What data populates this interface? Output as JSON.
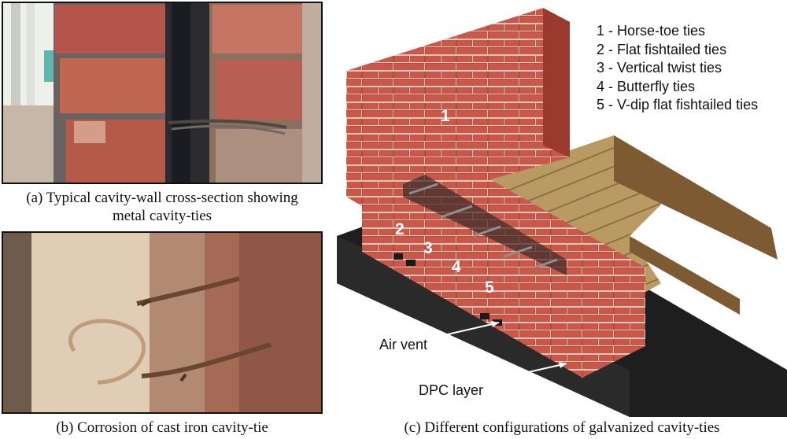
{
  "figure": {
    "panel_a": {
      "caption_line1": "(a) Typical cavity-wall cross-section showing",
      "caption_line2": "metal cavity-ties"
    },
    "panel_b": {
      "caption": "(b) Corrosion of cast iron cavity-tie"
    },
    "panel_c": {
      "caption": "(c) Different configurations of galvanized cavity-ties",
      "legend": [
        "1 - Horse-toe ties",
        "2 - Flat fishtailed ties",
        "3 - Vertical twist ties",
        "4 - Butterfly ties",
        "5 - V-dip flat fishtailed ties"
      ],
      "markers": [
        "1",
        "2",
        "3",
        "4",
        "5"
      ],
      "labels": {
        "air_vent": "Air vent",
        "dpc_layer": "DPC layer"
      }
    }
  }
}
